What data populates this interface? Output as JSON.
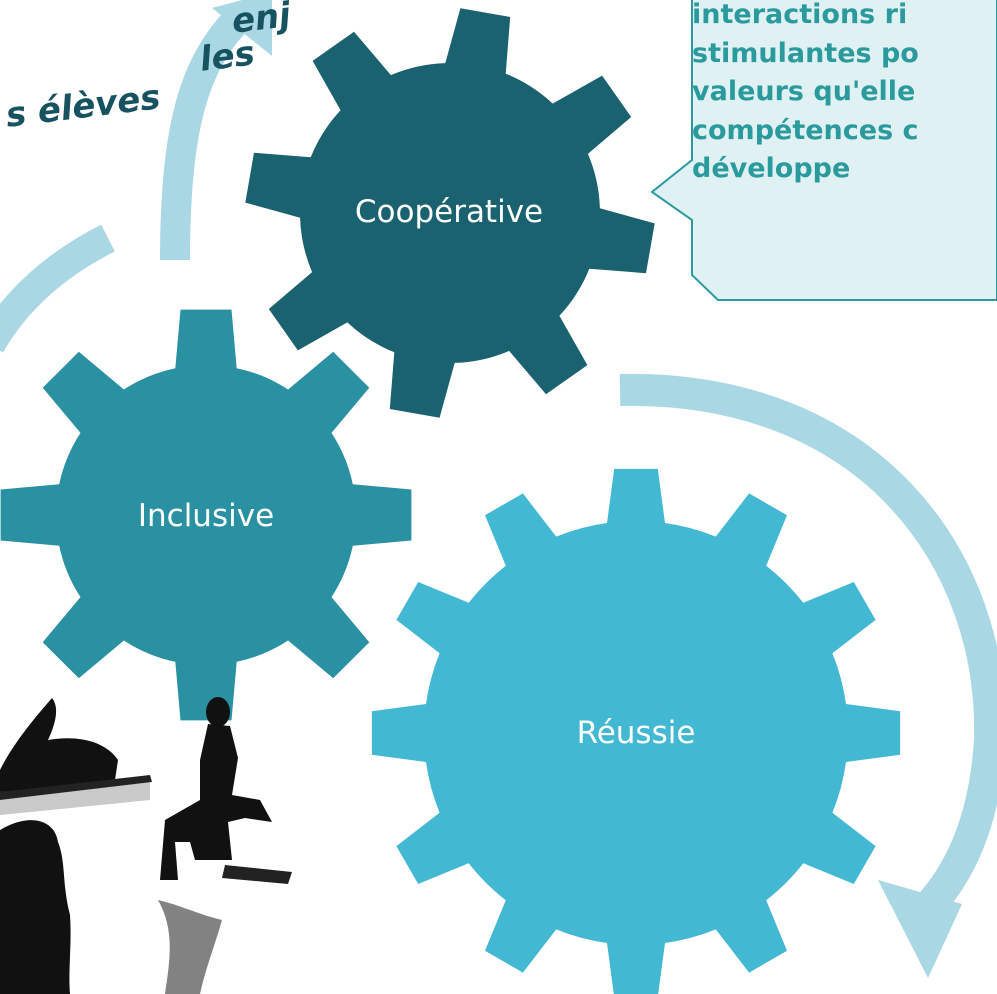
{
  "callout": {
    "lines": [
      "interactions ri",
      "stimulantes po",
      "valeurs qu'elle",
      "compétences c",
      "développe"
    ]
  },
  "left_text": {
    "lines": [
      "enj",
      "les",
      "s élèves"
    ]
  },
  "gears": [
    {
      "label": "Coopérative",
      "color": "#1b6270"
    },
    {
      "label": "Inclusive",
      "color": "#2a91a2"
    },
    {
      "label": "Réussie",
      "color": "#43b8d2"
    }
  ],
  "arrow_color": "#a9d7e3",
  "callout_colors": {
    "fill": "#dff1f3",
    "border": "#2b9aa0"
  },
  "silhouettes_icon": "fitness-silhouettes-icon"
}
